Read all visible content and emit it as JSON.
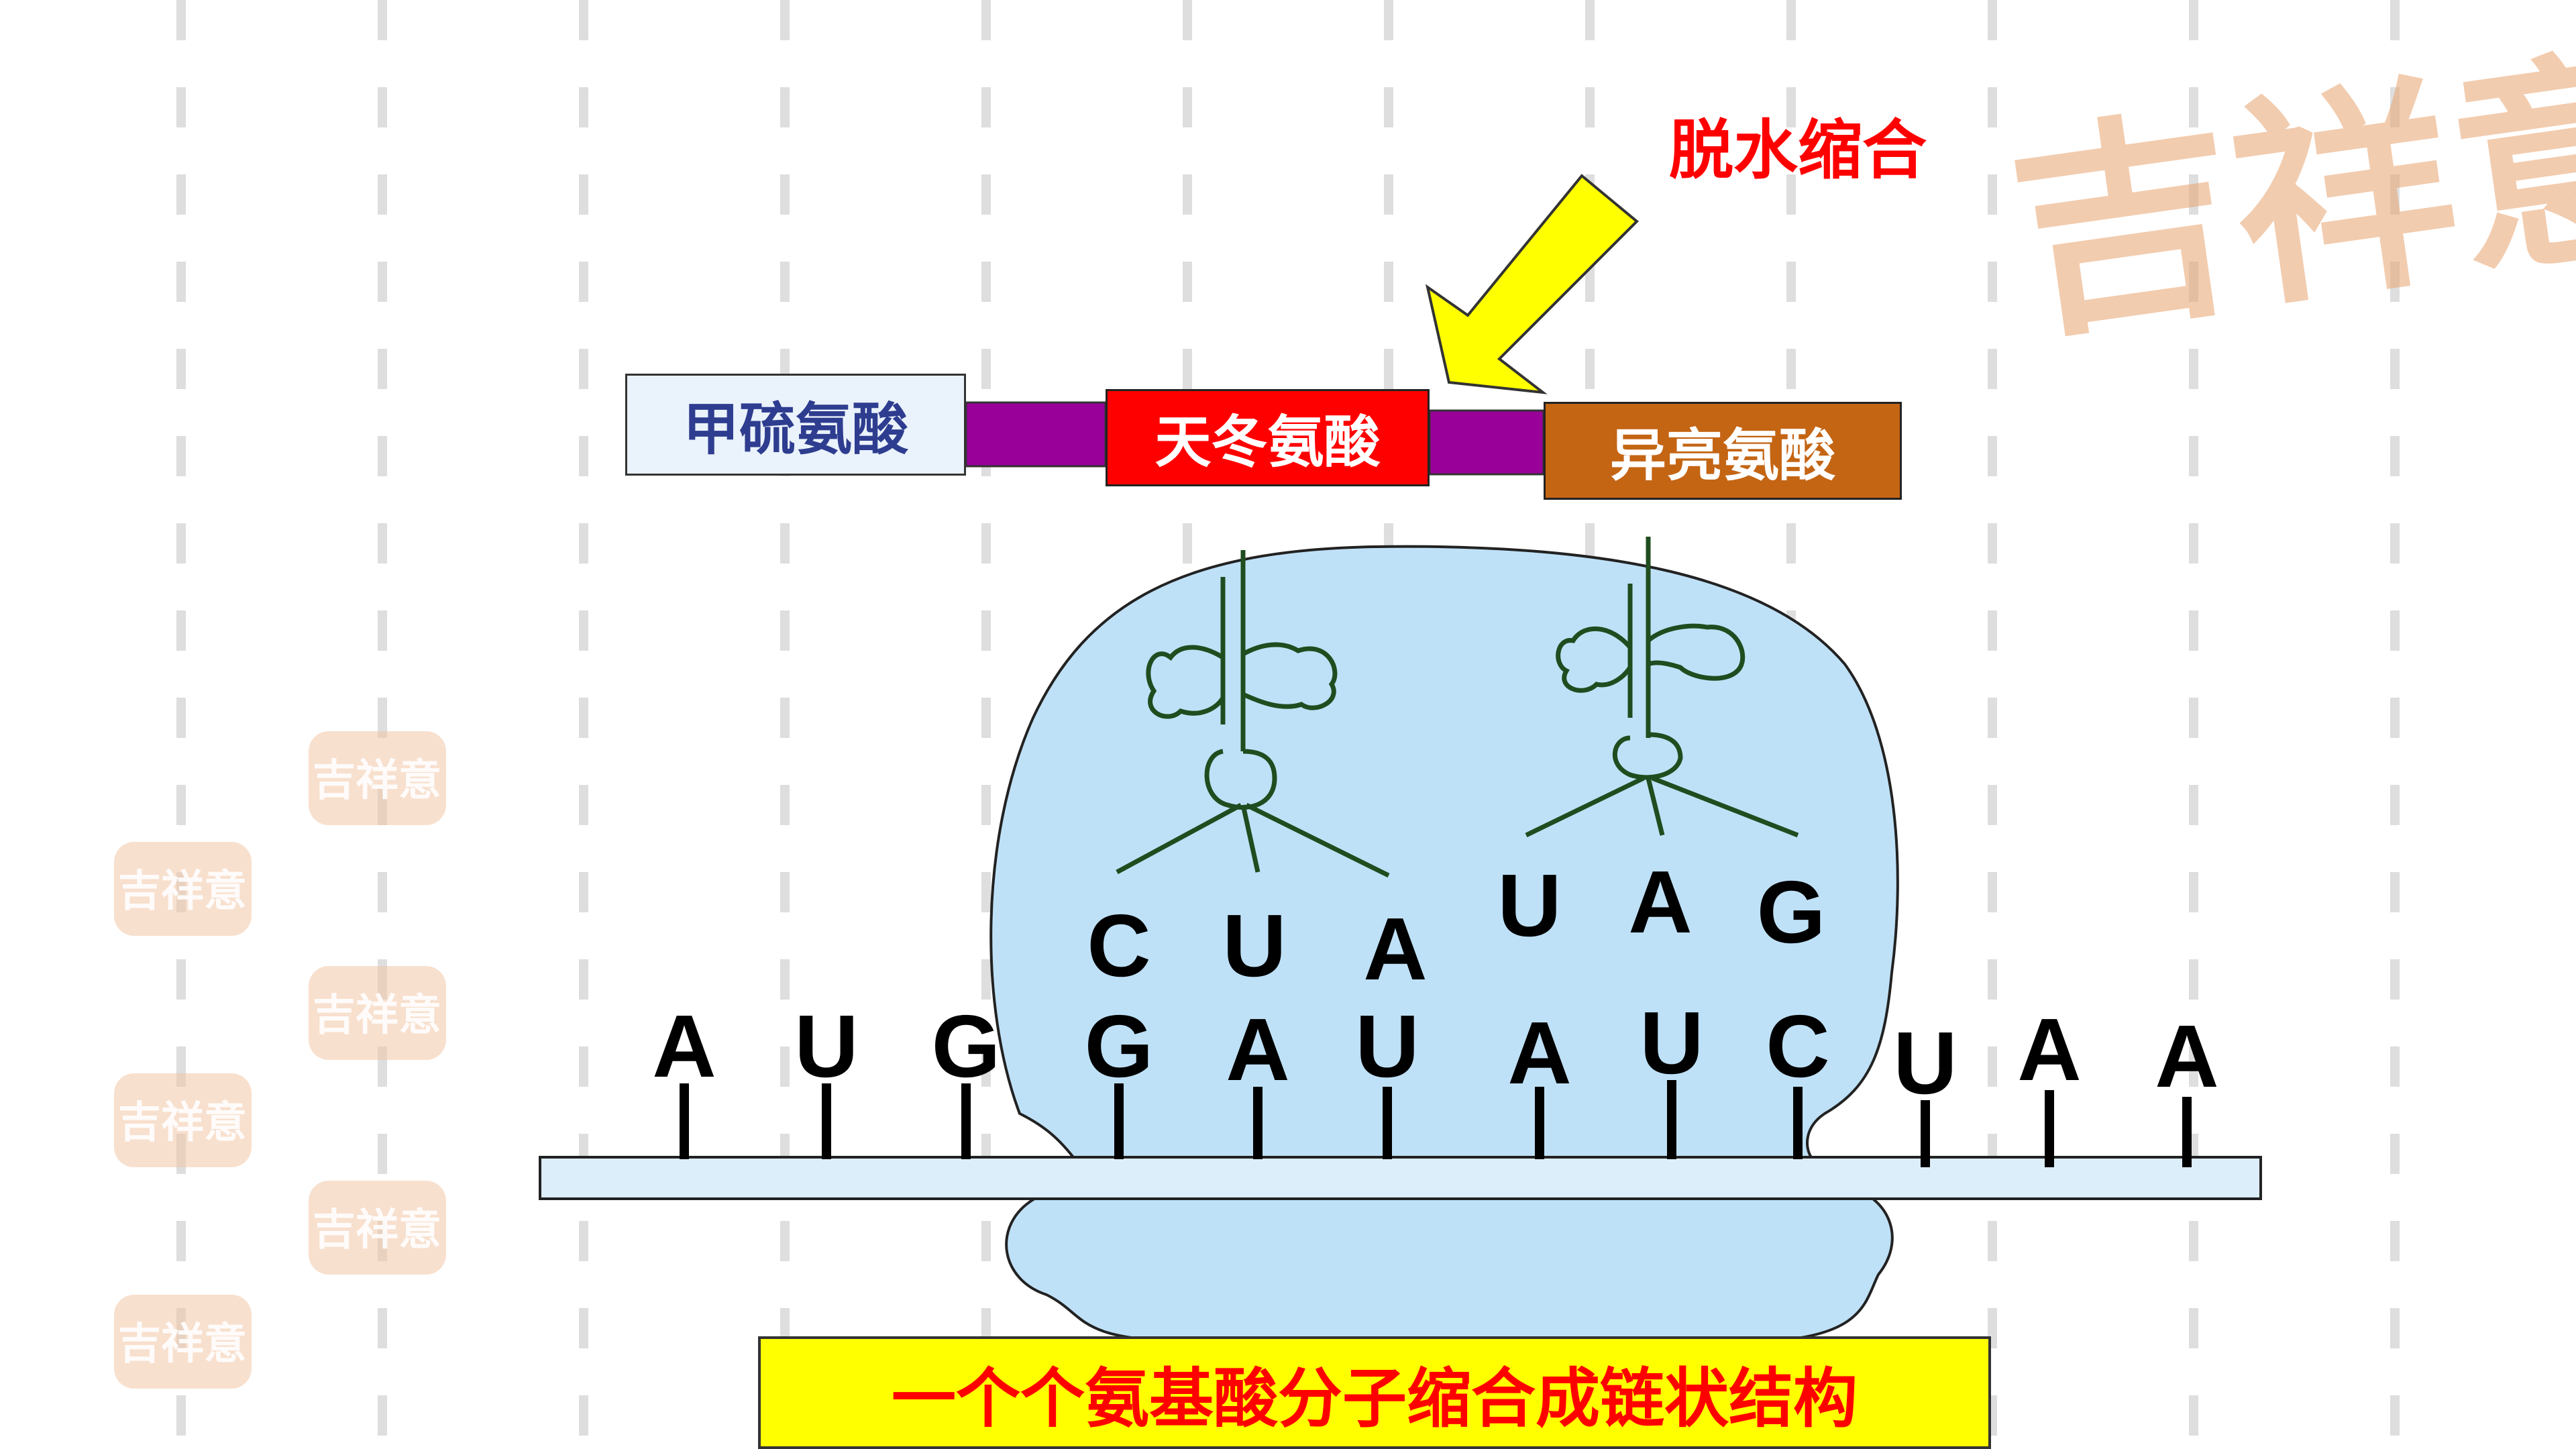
{
  "reaction_label": "脱水缩合",
  "amino_acids": [
    {
      "name": "甲硫氨酸",
      "color": "#eaf2fb",
      "text_color": "#2e3d8f"
    },
    {
      "name": "天冬氨酸",
      "color": "#ff0000",
      "text_color": "#ffffff"
    },
    {
      "name": "异亮氨酸",
      "color": "#c46514",
      "text_color": "#ffffff"
    }
  ],
  "peptide_bond_color": "#990099",
  "trna_anticodons": [
    [
      "C",
      "U",
      "A"
    ],
    [
      "U",
      "A",
      "G"
    ]
  ],
  "mrna_bases": [
    "A",
    "U",
    "G",
    "G",
    "A",
    "U",
    "A",
    "U",
    "C",
    "U",
    "A",
    "A"
  ],
  "caption": "一个个氨基酸分子缩合成链状结构",
  "watermark_text": "吉祥意",
  "colors": {
    "ribosome": "#bfe1f7",
    "mrna_strand": "#dceefa",
    "trna": "#1f4d1f",
    "arrow": "#ffff00",
    "caption_bg": "#ffff00",
    "caption_text": "#ff0000",
    "watermark": "#f2c7a5"
  },
  "icons": [
    "down-left-arrow-icon",
    "trna-cloverleaf-icon",
    "seal-stamp-icon"
  ]
}
